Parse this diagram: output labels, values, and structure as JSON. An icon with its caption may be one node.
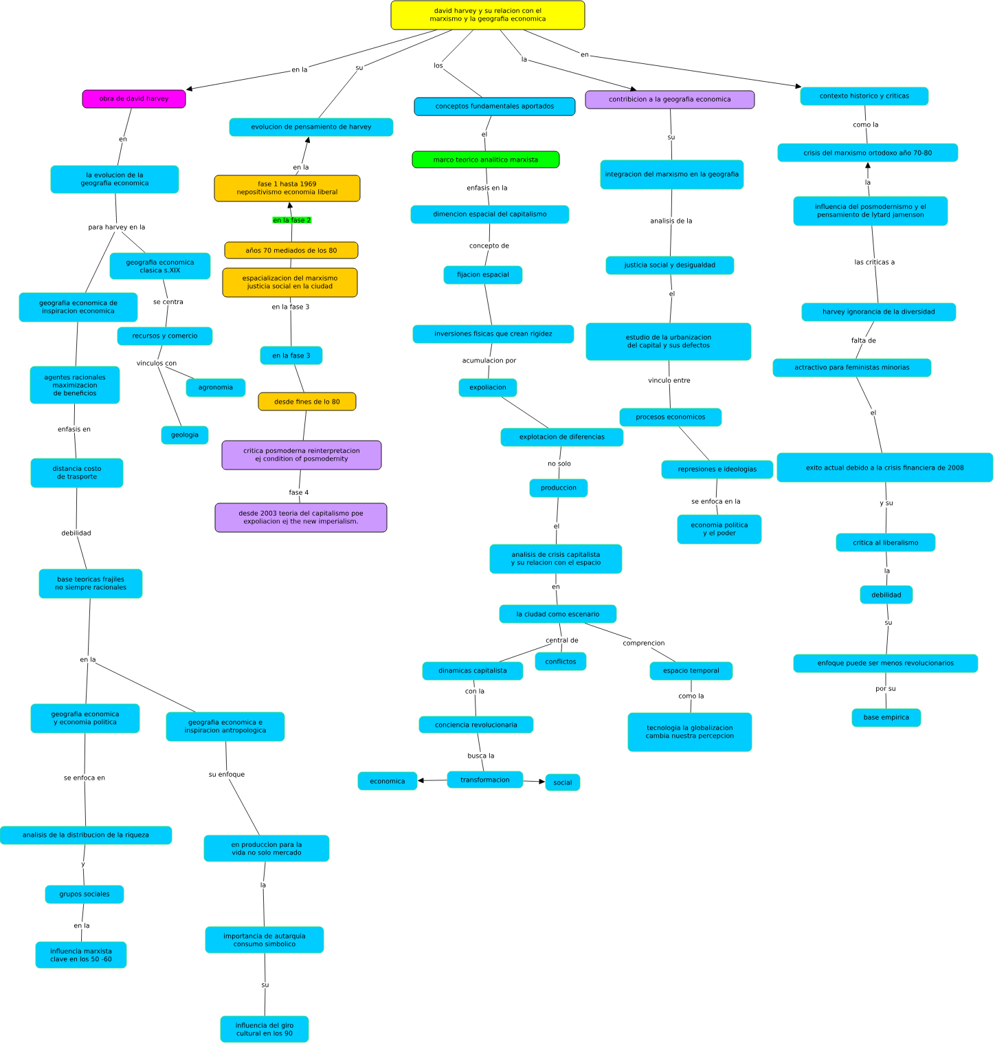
{
  "diagram": {
    "nodes": [
      {
        "text": [
          "david harvey y su relacion con el marxismo y la geografia economica"
        ]
      },
      {
        "text": [
          "en la"
        ]
      },
      {
        "text": [
          "su"
        ]
      },
      {
        "text": [
          "los"
        ]
      },
      {
        "text": [
          "la"
        ]
      },
      {
        "text": [
          "en"
        ]
      },
      {
        "text": [
          "obra de david harvey"
        ]
      },
      {
        "text": [
          "evolucion de pensamiento de harvey"
        ]
      },
      {
        "text": [
          "conceptos fundamentales aportados"
        ]
      },
      {
        "text": [
          "contribicion a la geografia economica"
        ]
      },
      {
        "text": [
          "contexto historico y criticas"
        ]
      },
      {
        "text": [
          "en"
        ]
      },
      {
        "text": [
          "como la"
        ]
      },
      {
        "text": [
          "el"
        ]
      },
      {
        "text": [
          "su"
        ]
      },
      {
        "text": [
          "crisis del marxismo ortodoxo  año 70-80"
        ]
      },
      {
        "text": [
          "en la"
        ]
      },
      {
        "text": [
          "marco teorico analitico marxista"
        ]
      },
      {
        "text": [
          "la evolucion de la geografia economica"
        ]
      },
      {
        "text": [
          "integracion del marxismo en la geografia"
        ]
      },
      {
        "text": [
          "fase 1 hasta 1969 nepositivismo economia liberal"
        ]
      },
      {
        "text": [
          "la"
        ]
      },
      {
        "text": [
          "enfasis en la"
        ]
      },
      {
        "text": [
          "influencia del posmodernismo y el pensamiento de lytard jamenson"
        ]
      },
      {
        "text": [
          "dimencion espacial del capitalismo"
        ]
      },
      {
        "text": [
          "en la fase 2"
        ]
      },
      {
        "text": [
          "analisis de la"
        ]
      },
      {
        "text": [
          "para harvey en la"
        ]
      },
      {
        "text": [
          "concepto de"
        ]
      },
      {
        "text": [
          "años 70  mediados de los 80"
        ]
      },
      {
        "text": [
          "las criticas a"
        ]
      },
      {
        "text": [
          "justicia social y desigualdad"
        ]
      },
      {
        "text": [
          "geografia economica clasica s.XIX"
        ]
      },
      {
        "text": [
          "fijacion espacial"
        ]
      },
      {
        "text": [
          "espacializacion del marxismo justicia social en la ciudad"
        ]
      },
      {
        "text": [
          "el"
        ]
      },
      {
        "text": [
          "se centra"
        ]
      },
      {
        "text": [
          "en la fase 3"
        ]
      },
      {
        "text": [
          "geografia economica de inspiracion economica"
        ]
      },
      {
        "text": [
          "harvey ignorancia de la diversidad"
        ]
      },
      {
        "text": [
          "inversiones fisicas que crean rigidez"
        ]
      },
      {
        "text": [
          "recursos y comercio"
        ]
      },
      {
        "text": [
          "estudio de la urbanizacion del capital y sus defectos"
        ]
      },
      {
        "text": [
          "falta de"
        ]
      },
      {
        "text": [
          "en la fase 3"
        ]
      },
      {
        "text": [
          "acumulacion por"
        ]
      },
      {
        "text": [
          "vinculos con"
        ]
      },
      {
        "text": [
          "actractivo para feministas minorias"
        ]
      },
      {
        "text": [
          "agentes racionales maximizacion de beneficios"
        ]
      },
      {
        "text": [
          "vinculo entre"
        ]
      },
      {
        "text": [
          "expoliacion"
        ]
      },
      {
        "text": [
          "agronomia"
        ]
      },
      {
        "text": [
          "desde fines de lo 80"
        ]
      },
      {
        "text": [
          "el"
        ]
      },
      {
        "text": [
          "procesos economicos"
        ]
      },
      {
        "text": [
          "enfasis en"
        ]
      },
      {
        "text": [
          "geologia"
        ]
      },
      {
        "text": [
          "explotacion de diferencias"
        ]
      },
      {
        "text": [
          "critica posmoderna reinterpretacion ej condition of posmodernity"
        ]
      },
      {
        "text": [
          "no solo"
        ]
      },
      {
        "text": [
          "exito actual  debido a la crisis financiera de 2008"
        ]
      },
      {
        "text": [
          "represiones e ideologias"
        ]
      },
      {
        "text": [
          "distancia  costo de trasporte"
        ]
      },
      {
        "text": [
          "produccion"
        ]
      },
      {
        "text": [
          "fase 4"
        ]
      },
      {
        "text": [
          "se enfoca en la"
        ]
      },
      {
        "text": [
          "y su"
        ]
      },
      {
        "text": [
          "desde 2003 teoria del capitalismo poe expoliacion ej the new imperialism."
        ]
      },
      {
        "text": [
          "el"
        ]
      },
      {
        "text": [
          "economia politica y el poder"
        ]
      },
      {
        "text": [
          "debilidad"
        ]
      },
      {
        "text": [
          "critica al liberalismo"
        ]
      },
      {
        "text": [
          "analisis de crisis capitalista y su relacion con el espacio"
        ]
      },
      {
        "text": [
          "la"
        ]
      },
      {
        "text": [
          "base teoricas frajiles no siempre racionales"
        ]
      },
      {
        "text": [
          "en"
        ]
      },
      {
        "text": [
          "debilidad"
        ]
      },
      {
        "text": [
          "la ciudad como escenario"
        ]
      },
      {
        "text": [
          "su"
        ]
      },
      {
        "text": [
          "central de"
        ]
      },
      {
        "text": [
          "comprencion"
        ]
      },
      {
        "text": [
          "en la"
        ]
      },
      {
        "text": [
          "conflictos"
        ]
      },
      {
        "text": [
          "enfoque puede ser menos revolucionarios"
        ]
      },
      {
        "text": [
          "dinamicas capitalista"
        ]
      },
      {
        "text": [
          "espacio temporal"
        ]
      },
      {
        "text": [
          "por su"
        ]
      },
      {
        "text": [
          "con la"
        ]
      },
      {
        "text": [
          "como la"
        ]
      },
      {
        "text": [
          "geografia economica y economia politica"
        ]
      },
      {
        "text": [
          "base empirica"
        ]
      },
      {
        "text": [
          "conciencia revolucionaria"
        ]
      },
      {
        "text": [
          "geografia economica e inspiracion antropologica"
        ]
      },
      {
        "text": [
          "tecnologia la globalizacion cambia nuestra percepcion"
        ]
      },
      {
        "text": [
          "busca la"
        ]
      },
      {
        "text": [
          "su enfoque"
        ]
      },
      {
        "text": [
          "se  enfoca en"
        ]
      },
      {
        "text": [
          "transformacion"
        ]
      },
      {
        "text": [
          "economica"
        ]
      },
      {
        "text": [
          "social"
        ]
      },
      {
        "text": [
          "analisis de la distribucion de la riqueza"
        ]
      },
      {
        "text": [
          "en produccion para la vida no solo mercado"
        ]
      },
      {
        "text": [
          "y"
        ]
      },
      {
        "text": [
          "la"
        ]
      },
      {
        "text": [
          "grupos sociales"
        ]
      },
      {
        "text": [
          "en la"
        ]
      },
      {
        "text": [
          "importancia de autarquia consumo simbolico"
        ]
      },
      {
        "text": [
          "influencia marxista clave en los 50 -60"
        ]
      },
      {
        "text": [
          "su"
        ]
      },
      {
        "text": [
          "influencia del giro cultural en los 90"
        ]
      }
    ],
    "edges": [
      {
        "from": 0,
        "to": 1,
        "arrow": "none"
      },
      {
        "from": 1,
        "to": 6,
        "arrow": "to"
      },
      {
        "from": 0,
        "to": 2,
        "arrow": "none"
      },
      {
        "from": 2,
        "to": 7,
        "arrow": "none"
      },
      {
        "from": 0,
        "to": 3,
        "arrow": "none"
      },
      {
        "from": 3,
        "to": 8,
        "arrow": "none"
      },
      {
        "from": 0,
        "to": 4,
        "arrow": "none"
      },
      {
        "from": 4,
        "to": 9,
        "arrow": "to"
      },
      {
        "from": 0,
        "to": 5,
        "arrow": "none"
      },
      {
        "from": 5,
        "to": 10,
        "arrow": "to"
      },
      {
        "from": 6,
        "to": 11,
        "arrow": "none"
      },
      {
        "from": 11,
        "to": 18,
        "arrow": "none"
      },
      {
        "from": 20,
        "to": 16,
        "arrow": "none"
      },
      {
        "from": 16,
        "to": 7,
        "arrow": "to"
      },
      {
        "from": 29,
        "to": 25,
        "arrow": "none"
      },
      {
        "from": 25,
        "to": 20,
        "arrow": "to"
      },
      {
        "from": 29,
        "to": 34,
        "arrow": "none"
      },
      {
        "from": 34,
        "to": 37,
        "arrow": "none"
      },
      {
        "from": 37,
        "to": 44,
        "arrow": "none"
      },
      {
        "from": 44,
        "to": 52,
        "arrow": "none"
      },
      {
        "from": 52,
        "to": 58,
        "arrow": "none"
      },
      {
        "from": 58,
        "to": 64,
        "arrow": "none"
      },
      {
        "from": 64,
        "to": 67,
        "arrow": "none"
      },
      {
        "from": 8,
        "to": 13,
        "arrow": "none"
      },
      {
        "from": 13,
        "to": 17,
        "arrow": "none"
      },
      {
        "from": 17,
        "to": 22,
        "arrow": "none"
      },
      {
        "from": 22,
        "to": 24,
        "arrow": "none"
      },
      {
        "from": 24,
        "to": 28,
        "arrow": "none"
      },
      {
        "from": 28,
        "to": 33,
        "arrow": "none"
      },
      {
        "from": 33,
        "to": 40,
        "arrow": "none"
      },
      {
        "from": 40,
        "to": 45,
        "arrow": "none"
      },
      {
        "from": 45,
        "to": 50,
        "arrow": "none"
      },
      {
        "from": 50,
        "to": 57,
        "arrow": "none"
      },
      {
        "from": 57,
        "to": 59,
        "arrow": "none"
      },
      {
        "from": 59,
        "to": 63,
        "arrow": "none"
      },
      {
        "from": 63,
        "to": 68,
        "arrow": "none"
      },
      {
        "from": 68,
        "to": 72,
        "arrow": "none"
      },
      {
        "from": 72,
        "to": 75,
        "arrow": "none"
      },
      {
        "from": 75,
        "to": 77,
        "arrow": "none"
      },
      {
        "from": 77,
        "to": 79,
        "arrow": "none"
      },
      {
        "from": 79,
        "to": 84,
        "arrow": "none"
      },
      {
        "from": 79,
        "to": 82,
        "arrow": "none"
      },
      {
        "from": 77,
        "to": 80,
        "arrow": "none"
      },
      {
        "from": 80,
        "to": 85,
        "arrow": "none"
      },
      {
        "from": 84,
        "to": 87,
        "arrow": "none"
      },
      {
        "from": 87,
        "to": 91,
        "arrow": "none"
      },
      {
        "from": 91,
        "to": 94,
        "arrow": "none"
      },
      {
        "from": 94,
        "to": 97,
        "arrow": "none"
      },
      {
        "from": 97,
        "to": 98,
        "arrow": "to"
      },
      {
        "from": 97,
        "to": 99,
        "arrow": "to"
      },
      {
        "from": 85,
        "to": 88,
        "arrow": "none"
      },
      {
        "from": 88,
        "to": 93,
        "arrow": "none"
      },
      {
        "from": 9,
        "to": 14,
        "arrow": "none"
      },
      {
        "from": 14,
        "to": 19,
        "arrow": "none"
      },
      {
        "from": 19,
        "to": 26,
        "arrow": "none"
      },
      {
        "from": 26,
        "to": 31,
        "arrow": "none"
      },
      {
        "from": 31,
        "to": 35,
        "arrow": "none"
      },
      {
        "from": 35,
        "to": 42,
        "arrow": "none"
      },
      {
        "from": 42,
        "to": 49,
        "arrow": "none"
      },
      {
        "from": 49,
        "to": 54,
        "arrow": "none"
      },
      {
        "from": 54,
        "to": 61,
        "arrow": "none"
      },
      {
        "from": 61,
        "to": 65,
        "arrow": "none"
      },
      {
        "from": 65,
        "to": 69,
        "arrow": "none"
      },
      {
        "from": 10,
        "to": 12,
        "arrow": "none"
      },
      {
        "from": 12,
        "to": 15,
        "arrow": "none"
      },
      {
        "from": 23,
        "to": 21,
        "arrow": "none"
      },
      {
        "from": 21,
        "to": 15,
        "arrow": "to"
      },
      {
        "from": 23,
        "to": 30,
        "arrow": "none"
      },
      {
        "from": 30,
        "to": 39,
        "arrow": "none"
      },
      {
        "from": 39,
        "to": 43,
        "arrow": "none"
      },
      {
        "from": 43,
        "to": 47,
        "arrow": "none"
      },
      {
        "from": 47,
        "to": 53,
        "arrow": "none"
      },
      {
        "from": 53,
        "to": 60,
        "arrow": "none"
      },
      {
        "from": 60,
        "to": 66,
        "arrow": "none"
      },
      {
        "from": 66,
        "to": 71,
        "arrow": "none"
      },
      {
        "from": 71,
        "to": 73,
        "arrow": "none"
      },
      {
        "from": 73,
        "to": 76,
        "arrow": "none"
      },
      {
        "from": 76,
        "to": 78,
        "arrow": "none"
      },
      {
        "from": 78,
        "to": 83,
        "arrow": "none"
      },
      {
        "from": 83,
        "to": 86,
        "arrow": "none"
      },
      {
        "from": 86,
        "to": 90,
        "arrow": "none"
      },
      {
        "from": 18,
        "to": 27,
        "arrow": "none"
      },
      {
        "from": 27,
        "to": 32,
        "arrow": "none"
      },
      {
        "from": 27,
        "to": 38,
        "arrow": "none"
      },
      {
        "from": 32,
        "to": 36,
        "arrow": "none"
      },
      {
        "from": 36,
        "to": 41,
        "arrow": "none"
      },
      {
        "from": 41,
        "to": 46,
        "arrow": "none"
      },
      {
        "from": 46,
        "to": 51,
        "arrow": "none"
      },
      {
        "from": 46,
        "to": 56,
        "arrow": "none"
      },
      {
        "from": 38,
        "to": 48,
        "arrow": "none"
      },
      {
        "from": 48,
        "to": 55,
        "arrow": "none"
      },
      {
        "from": 55,
        "to": 62,
        "arrow": "none"
      },
      {
        "from": 62,
        "to": 70,
        "arrow": "none"
      },
      {
        "from": 70,
        "to": 74,
        "arrow": "none"
      },
      {
        "from": 74,
        "to": 81,
        "arrow": "none"
      },
      {
        "from": 81,
        "to": 89,
        "arrow": "none"
      },
      {
        "from": 81,
        "to": 92,
        "arrow": "none"
      },
      {
        "from": 89,
        "to": 96,
        "arrow": "none"
      },
      {
        "from": 96,
        "to": 100,
        "arrow": "none"
      },
      {
        "from": 100,
        "to": 102,
        "arrow": "none"
      },
      {
        "from": 102,
        "to": 104,
        "arrow": "none"
      },
      {
        "from": 104,
        "to": 105,
        "arrow": "none"
      },
      {
        "from": 105,
        "to": 107,
        "arrow": "none"
      },
      {
        "from": 92,
        "to": 95,
        "arrow": "none"
      },
      {
        "from": 95,
        "to": 101,
        "arrow": "none"
      },
      {
        "from": 101,
        "to": 103,
        "arrow": "none"
      },
      {
        "from": 103,
        "to": 106,
        "arrow": "none"
      },
      {
        "from": 106,
        "to": 108,
        "arrow": "none"
      },
      {
        "from": 108,
        "to": 109,
        "arrow": "none"
      }
    ]
  }
}
